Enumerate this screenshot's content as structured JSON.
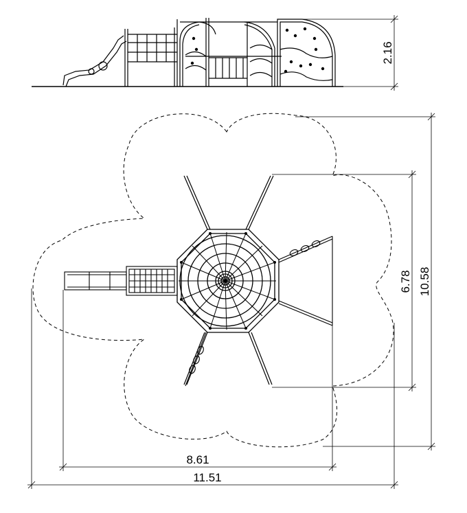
{
  "dimensions": {
    "height_label": "2.16",
    "inner_depth_label": "6.78",
    "outer_depth_label": "10.58",
    "inner_width_label": "8.61",
    "outer_width_label": "11.51"
  }
}
